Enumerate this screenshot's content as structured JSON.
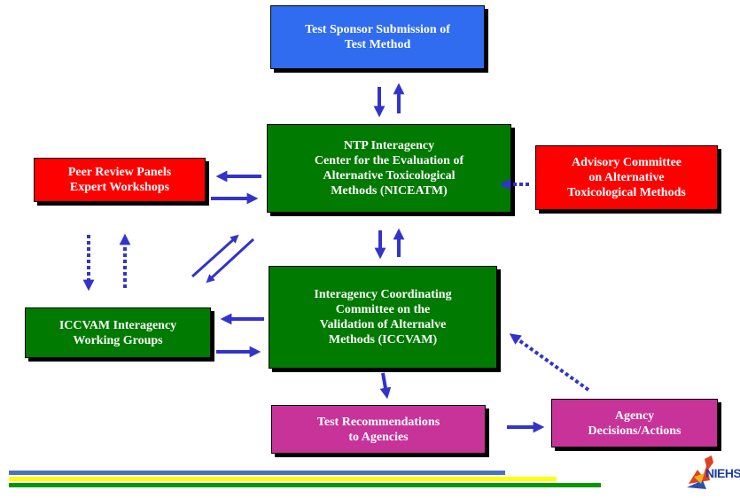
{
  "boxes": {
    "sponsor": "Test Sponsor Submission of\nTest Method",
    "niceatm": "NTP Interagency\nCenter for the Evaluation of\nAlternative Toxicological\nMethods (NICEATM)",
    "peer_review": "Peer Review Panels\nExpert Workshops",
    "advisory": "Advisory Committee\non Alternative\nToxicological Methods",
    "iccvam": "Interagency Coordinating\nCommittee on the\nValidation of Alternalve\nMethods (ICCVAM)",
    "working_groups": "ICCVAM Interagency\nWorking Groups",
    "recommendations": "Test Recommendations\nto Agencies",
    "agency": "Agency\nDecisions/Actions"
  },
  "logo": {
    "text": "NIEHS",
    "icon": "niehs-logo-icon"
  },
  "colors": {
    "blue": "#2f6cf0",
    "green": "#007a00",
    "red": "#ff0000",
    "magenta": "#c8339a",
    "arrow": "#3333cc"
  }
}
